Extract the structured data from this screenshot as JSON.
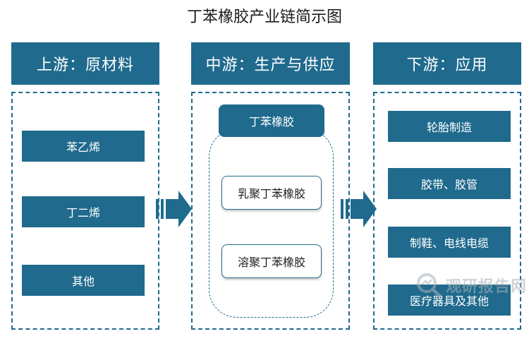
{
  "title": "丁苯橡胶产业链简示图",
  "upstream": {
    "header": "上游：原材料",
    "items": [
      "苯乙烯",
      "丁二烯",
      "其他"
    ]
  },
  "midstream": {
    "header": "中游：生产与供应",
    "group_title": "丁苯橡胶",
    "items": [
      "乳聚丁苯橡胶",
      "溶聚丁苯橡胶"
    ]
  },
  "downstream": {
    "header": "下游：应用",
    "items": [
      "轮胎制造",
      "胶带、胶管",
      "制鞋、电线电缆",
      "医疗器具及其他"
    ]
  },
  "watermark": {
    "text": "观研报告网",
    "icon": "magnifier-logo-icon"
  },
  "colors": {
    "primary": "#1f6a8d",
    "text": "#1b1b1b"
  }
}
